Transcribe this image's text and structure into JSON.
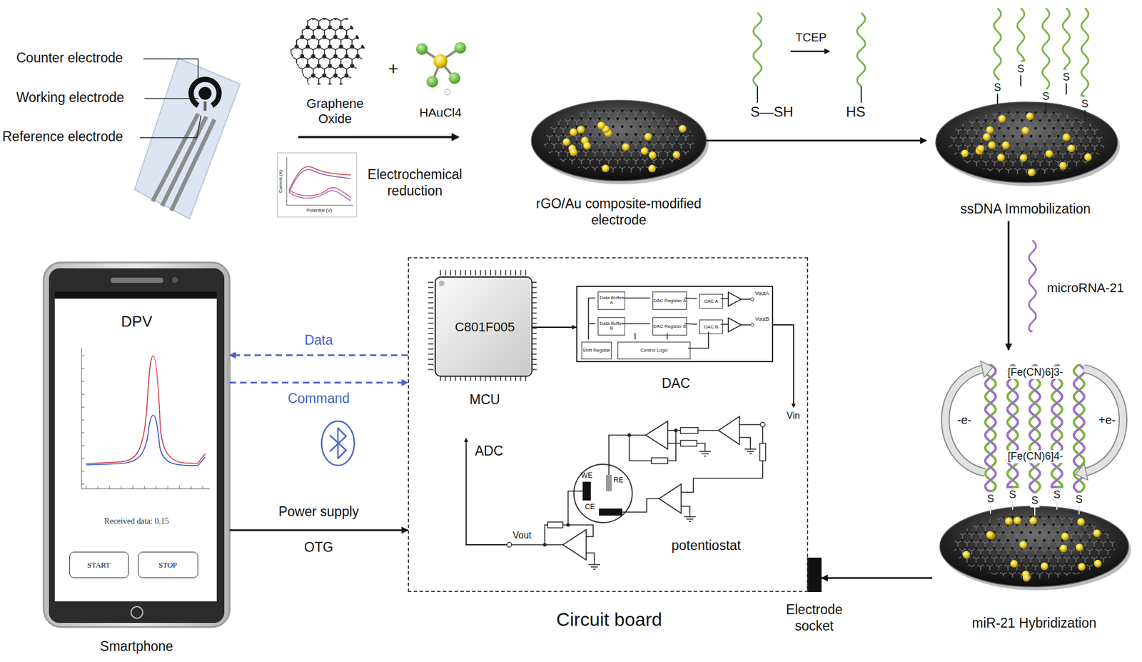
{
  "diagram": {
    "nodes": [
      {
        "text": [
          "rGO/Au composite-modified electrode"
        ]
      },
      {
        "text": [
          "ssDNA Immobilization"
        ]
      },
      {
        "text": [
          "miR-21 Hybridization"
        ]
      },
      {
        "text": [
          "Electrode socket"
        ]
      },
      {
        "text": [
          "Circuit board"
        ]
      },
      {
        "text": [
          "C801F005",
          "MCU"
        ],
        "in": 4
      },
      {
        "text": [
          "DAC"
        ],
        "in": 4
      },
      {
        "text": [
          "Data Buffer A"
        ],
        "in": 6
      },
      {
        "text": [
          "DAC Register A"
        ],
        "in": 6
      },
      {
        "text": [
          "DAC A"
        ],
        "in": 6
      },
      {
        "text": [
          "Data Buffer B"
        ],
        "in": 6
      },
      {
        "text": [
          "DAC Register B"
        ],
        "in": 6
      },
      {
        "text": [
          "DAC B"
        ],
        "in": 6
      },
      {
        "text": [
          "Shift Register"
        ],
        "in": 6
      },
      {
        "text": [
          "Control Logic"
        ],
        "in": 6
      },
      {
        "text": [
          "DPV",
          "Received data: 0.15",
          "Smartphone"
        ]
      },
      {
        "text": [
          "START"
        ],
        "in": 15
      },
      {
        "text": [
          "STOP"
        ],
        "in": 15
      }
    ],
    "edges": [
      {
        "from": 0,
        "to": 1,
        "arrow": "to"
      },
      {
        "from": 1,
        "to": 2,
        "arrow": "to"
      },
      {
        "from": 2,
        "to": 3,
        "arrow": "to"
      },
      {
        "from": 4,
        "to": 15,
        "arrow": "to",
        "label": "Data"
      },
      {
        "from": 15,
        "to": 4,
        "arrow": "to",
        "label": "Command"
      },
      {
        "from": 15,
        "to": 4,
        "arrow": "to",
        "label": "Power supply"
      },
      {
        "from": 5,
        "to": 6,
        "arrow": "to"
      }
    ],
    "labels": [
      "Counter electrode",
      "Working electrode",
      "Reference electrode",
      "Graphene Oxide",
      "+",
      "HAuCl4",
      "Current (A)",
      "Potential (V)",
      "Electrochemical reduction",
      "S—SH",
      "TCEP",
      "HS",
      "S",
      "S",
      "S",
      "S",
      "S",
      "microRNA-21",
      "[Fe(CN)6]3-",
      "-e-",
      "+e-",
      "[Fe(CN)6]4-",
      "S",
      "S",
      "S",
      "S",
      "S",
      "VoutA",
      "VoutB",
      "Vin",
      "WE",
      "RE",
      "CE",
      "ADC",
      "Vout",
      "potentiostat",
      "OTG"
    ]
  }
}
